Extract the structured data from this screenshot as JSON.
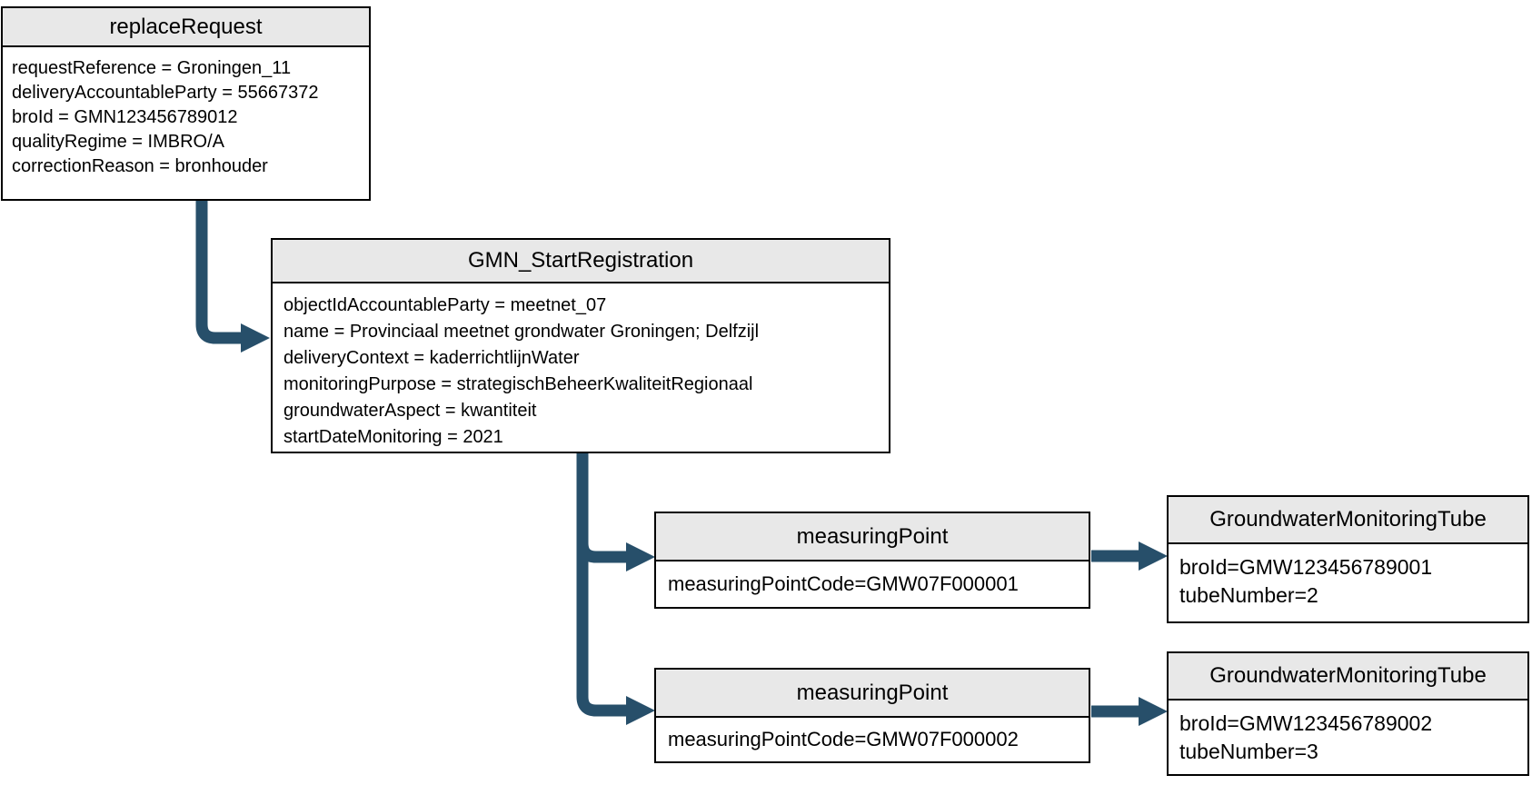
{
  "colors": {
    "arrow": "#274F6A",
    "header-fill": "#E8E8E8",
    "border": "#000000",
    "bg": "#FFFFFF",
    "text": "#000000"
  },
  "nodes": [
    {
      "id": "replaceRequest",
      "title": "replaceRequest",
      "lines": [
        "requestReference = Groningen_11",
        "deliveryAccountableParty = 55667372",
        "broId = GMN123456789012",
        "qualityRegime = IMBRO/A",
        "correctionReason = bronhouder"
      ]
    },
    {
      "id": "gmnStartRegistration",
      "title": "GMN_StartRegistration",
      "lines": [
        "objectIdAccountableParty = meetnet_07",
        "name = Provinciaal meetnet grondwater Groningen; Delfzijl",
        "deliveryContext = kaderrichtlijnWater",
        "monitoringPurpose = strategischBeheerKwaliteitRegionaal",
        "groundwaterAspect = kwantiteit",
        "startDateMonitoring = 2021"
      ]
    },
    {
      "id": "measuringPoint1",
      "title": "measuringPoint",
      "lines": [
        "measuringPointCode=GMW07F000001"
      ]
    },
    {
      "id": "measuringPoint2",
      "title": "measuringPoint",
      "lines": [
        "measuringPointCode=GMW07F000002"
      ]
    },
    {
      "id": "groundwaterMonitoringTube1",
      "title": "GroundwaterMonitoringTube",
      "lines": [
        "broId=GMW123456789001",
        "tubeNumber=2"
      ]
    },
    {
      "id": "groundwaterMonitoringTube2",
      "title": "GroundwaterMonitoringTube",
      "lines": [
        "broId=GMW123456789002",
        "tubeNumber=3"
      ]
    }
  ],
  "connectors": [
    {
      "from": "replaceRequest",
      "to": "gmnStartRegistration"
    },
    {
      "from": "gmnStartRegistration",
      "to": "measuringPoint1"
    },
    {
      "from": "gmnStartRegistration",
      "to": "measuringPoint2"
    },
    {
      "from": "measuringPoint1",
      "to": "groundwaterMonitoringTube1"
    },
    {
      "from": "measuringPoint2",
      "to": "groundwaterMonitoringTube2"
    }
  ]
}
